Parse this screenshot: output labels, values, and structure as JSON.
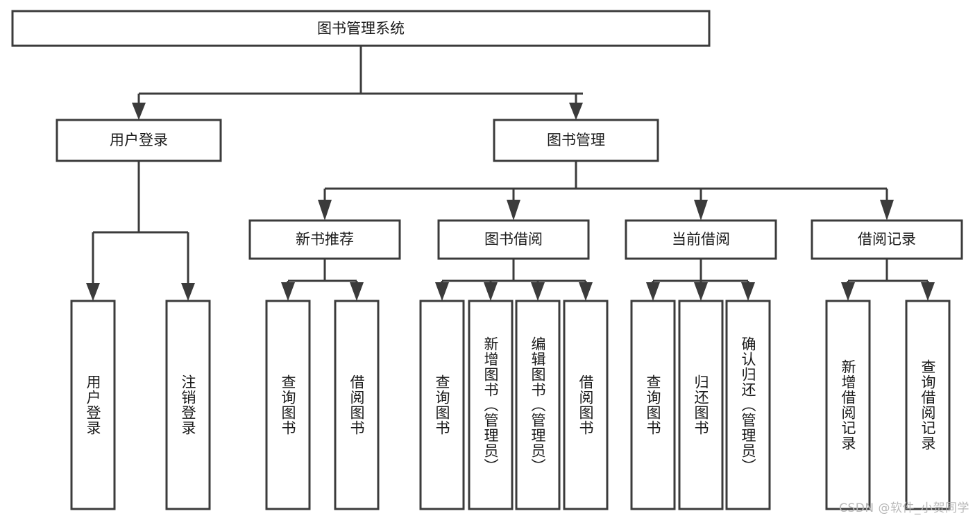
{
  "diagram": {
    "type": "tree",
    "title": "图书管理系统",
    "background_color": "#ffffff",
    "line_color": "#3b3b3b",
    "text_color": "#1a1a1a",
    "root": {
      "label": "图书管理系统",
      "level": 0
    },
    "level1": [
      {
        "label": "用户登录"
      },
      {
        "label": "图书管理"
      }
    ],
    "level2": [
      {
        "label": "新书推荐"
      },
      {
        "label": "图书借阅"
      },
      {
        "label": "当前借阅"
      },
      {
        "label": "借阅记录"
      }
    ],
    "leaves_user_login": [
      {
        "label": "用户登录"
      },
      {
        "label": "注销登录"
      }
    ],
    "leaves_new_book": [
      {
        "label": "查询图书"
      },
      {
        "label": "借阅图书"
      }
    ],
    "leaves_borrow": [
      {
        "label": "查询图书"
      },
      {
        "label": "新增图书（管理员）"
      },
      {
        "label": "编辑图书（管理员）"
      },
      {
        "label": "借阅图书"
      }
    ],
    "leaves_current": [
      {
        "label": "查询图书"
      },
      {
        "label": "归还图书"
      },
      {
        "label": "确认归还（管理员）"
      }
    ],
    "leaves_record": [
      {
        "label": "新增借阅记录"
      },
      {
        "label": "查询借阅记录"
      }
    ],
    "watermark": "CSDN @软件_小贺同学"
  }
}
